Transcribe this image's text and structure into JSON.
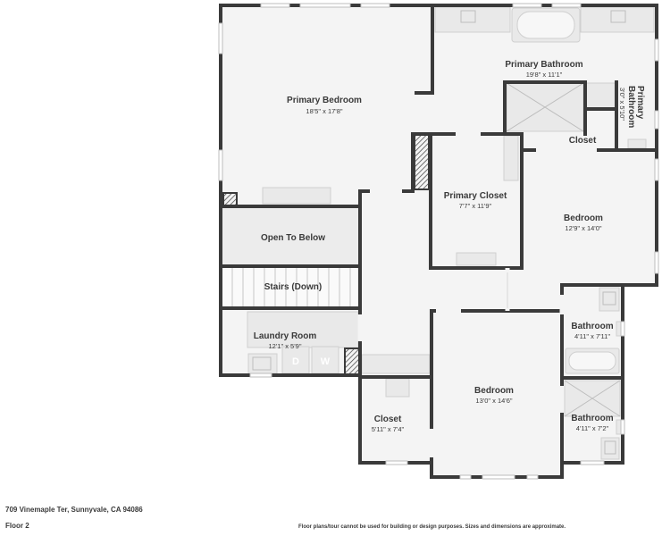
{
  "rooms": {
    "primary_bedroom": {
      "name": "Primary Bedroom",
      "dims": "18'5\" x 17'8\""
    },
    "primary_bathroom": {
      "name": "Primary Bathroom",
      "dims": "19'8\" x 11'1\""
    },
    "primary_bathroom_small": {
      "name_line1": "Primary",
      "name_line2": "Bathroom",
      "dims": "3'0\" x 5'10\""
    },
    "closet_upper": {
      "name": "Closet"
    },
    "primary_closet": {
      "name": "Primary Closet",
      "dims": "7'7\" x 11'9\""
    },
    "bedroom_east": {
      "name": "Bedroom",
      "dims": "12'9\" x 14'0\""
    },
    "open_to_below": {
      "name": "Open To Below"
    },
    "stairs": {
      "name": "Stairs (Down)"
    },
    "laundry": {
      "name": "Laundry Room",
      "dims": "12'1\" x 5'9\""
    },
    "bathroom_1": {
      "name": "Bathroom",
      "dims": "4'11\" x 7'11\""
    },
    "bathroom_2": {
      "name": "Bathroom",
      "dims": "4'11\" x 7'2\""
    },
    "bedroom_south": {
      "name": "Bedroom",
      "dims": "13'0\" x 14'6\""
    },
    "closet_lower": {
      "name": "Closet",
      "dims": "5'11\" x 7'4\""
    }
  },
  "appliances": {
    "dryer": "D",
    "washer": "W"
  },
  "footer": {
    "address": "709 Vinemaple Ter, Sunnyvale, CA 94086",
    "floor": "Floor 2",
    "disclaimer": "Floor plans/tour cannot be used for building or design purposes. Sizes and dimensions are approximate."
  },
  "colors": {
    "wall": "#3a3a3a",
    "floor": "#f4f4f4",
    "fixture": "#e9e9e9"
  }
}
